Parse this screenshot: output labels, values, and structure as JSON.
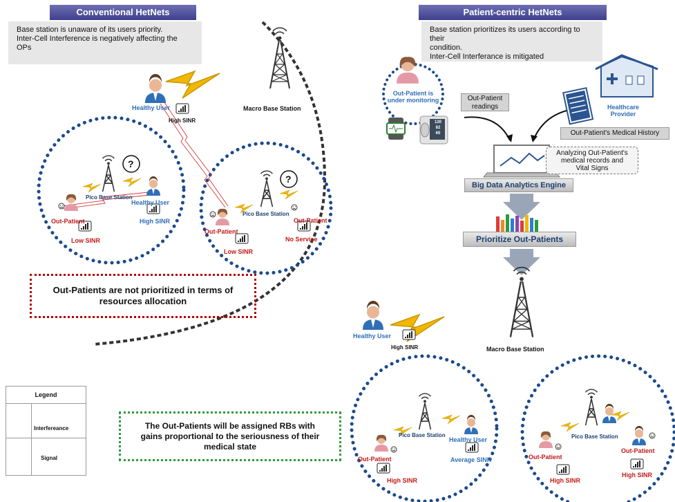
{
  "left_panel": {
    "header": "Conventional HetNets",
    "description_lines": [
      "Base station is unaware of its users priority.",
      "Inter-Cell Interference is negatively affecting the OPs"
    ],
    "macro_label": "Macro Base Station",
    "healthy_user": "Healthy User",
    "high_sinr": "High SINR",
    "cell_a": {
      "pico": "Pico Base Station",
      "healthy_user": "Healthy User",
      "high_sinr": "High SINR",
      "out_patient": "Out-Patient",
      "low_sinr": "Low SINR",
      "question": "?"
    },
    "cell_b": {
      "pico": "Pico Base Station",
      "out_patient_left": "Out-Patient",
      "low_sinr": "Low SINR",
      "out_patient_right": "Out-Patient",
      "no_service": "No Service",
      "question": "?"
    },
    "note_lines": [
      "Out-Patients are not prioritized in terms of",
      "resources allocation"
    ]
  },
  "right_panel": {
    "header": "Patient-centric HetNets",
    "description_lines": [
      "Base station prioritizes its users according to their",
      "condition.",
      "Inter-Cell Interferance is mitigated"
    ],
    "monitor_label_lines": [
      "Out-Patient is",
      "under monitoring"
    ],
    "readings_lines": [
      "Out-Patient",
      "readings"
    ],
    "provider_lines": [
      "Healthcare",
      "Provider"
    ],
    "history_label": "Out-Patient's Medical History",
    "analyzing_lines": [
      "Analyzing Out-Patient's",
      "medical records and",
      "Vital Signs"
    ],
    "engine_label": "Big Data Analytics Engine",
    "prioritize_label": "Prioritize Out-Patients",
    "macro_label": "Macro Base Station",
    "healthy_user": "Healthy User",
    "high_sinr": "High SINR",
    "bp_values": [
      "120",
      "82",
      "60"
    ],
    "cell_c": {
      "pico": "Pico Base Station",
      "healthy_user": "Healthy User",
      "average_sinr": "Average SINR",
      "out_patient": "Out-Patient",
      "high_sinr": "High SINR"
    },
    "cell_d": {
      "pico": "Pico Base Station",
      "out_patient_left": "Out-Patient",
      "out_patient_right": "Out-Patient",
      "high_sinr_left": "High SINR",
      "high_sinr_right": "High SINR"
    },
    "note_lines": [
      "The Out-Patients will be assigned RBs with",
      "gains proportional to the seriousness of their",
      "medical state"
    ]
  },
  "legend": {
    "title": "Legend",
    "interference": "Interfereance",
    "signal": "Signal"
  },
  "colors": {
    "header": "#4b4b97",
    "dots": "#1c4a8c",
    "signal": "#f2b700",
    "interference": "#d23a3a",
    "red_note": "#b00000",
    "green_note": "#2e9b3a",
    "healthy": "#2f6fb8",
    "patient": "#c21a1a"
  }
}
